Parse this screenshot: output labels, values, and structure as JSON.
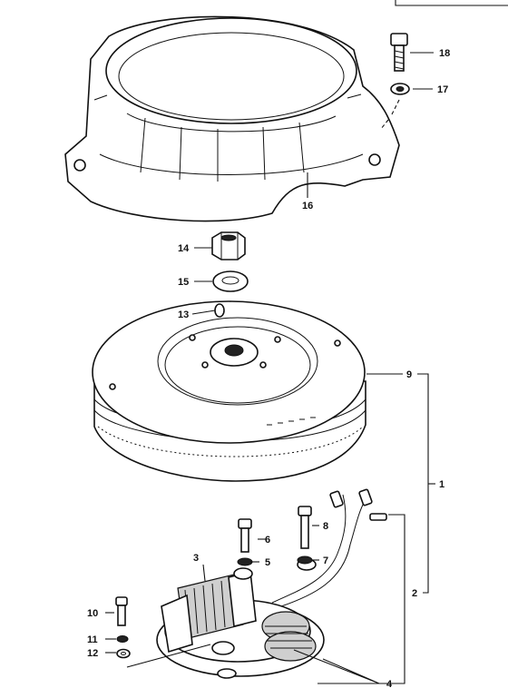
{
  "colors": {
    "ink": "#111111",
    "paper": "#ffffff"
  },
  "labels": {
    "p1": "1",
    "p2": "2",
    "p3": "3",
    "p4": "4",
    "p5": "5",
    "p6": "6",
    "p7": "7",
    "p8": "8",
    "p9": "9",
    "p10": "10",
    "p11": "11",
    "p12": "12",
    "p13": "13",
    "p14": "14",
    "p15": "15",
    "p16": "16",
    "p17": "17",
    "p18": "18"
  }
}
